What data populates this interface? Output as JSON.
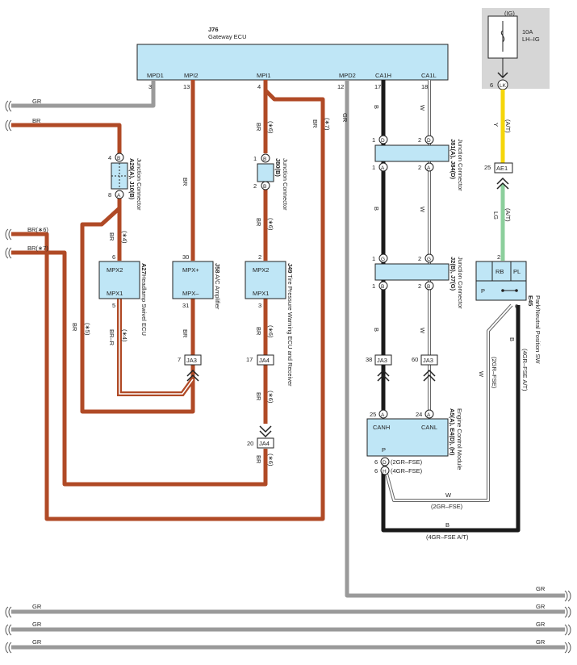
{
  "ecu": {
    "id": "J76",
    "name": "Gateway ECU",
    "pins": [
      "MPD1",
      "MPI2",
      "MPI1",
      "MPD2",
      "CA1H",
      "CA1L"
    ],
    "pin_numbers": [
      "3",
      "13",
      "4",
      "12",
      "17",
      "18"
    ]
  },
  "fuse": {
    "source": "(IG)",
    "rating": "10A",
    "name": "LH–IG",
    "terminal": "LK",
    "pin": "6"
  },
  "connectors": {
    "ae1": "AE1",
    "ae1_pin": "25",
    "ja3": "JA3",
    "ja4": "JA4",
    "ja3_pin_a": "7",
    "ja4_pin_a": "17",
    "ja4_pin_b": "20",
    "ja3_pin_b": "38",
    "ja3_pin_c": "60"
  },
  "components": {
    "a29": {
      "id": "A29(A), J10(B)",
      "name": "Junction Connector",
      "pin_top": "4",
      "tag_top": "B",
      "pin_bot": "8",
      "tag_bot": "A"
    },
    "j80": {
      "id": "J80(B)",
      "name": "Junction Connector",
      "pin_top": "1",
      "tag_top": "B",
      "pin_bot": "2",
      "tag_bot": "B"
    },
    "j81": {
      "id": "J81(A), J84(D)",
      "name": "Junction Connector",
      "p1": "1",
      "p2": "2",
      "p3": "1",
      "p4": "2",
      "t1": "D",
      "t2": "D",
      "t3": "A",
      "t4": "A"
    },
    "j2": {
      "id": "J2(B), J7(G)",
      "name": "Junction Connector",
      "p1": "1",
      "p2": "2",
      "p3": "1",
      "p4": "2",
      "t1": "G",
      "t2": "G",
      "t3": "B",
      "t4": "B"
    },
    "a27": {
      "id": "A27",
      "name": "Headlamp Swivel ECU",
      "top": "MPX2",
      "bot": "MPX1",
      "pin_top": "6",
      "pin_bot": "5"
    },
    "j58": {
      "id": "J58",
      "name": "A/C Amplifier",
      "top": "MPX+",
      "bot": "MPX–",
      "pin_top": "30",
      "pin_bot": "31"
    },
    "j49": {
      "id": "J49",
      "name": "Tire Pressure Warning ECU and Receiver",
      "top": "MPX2",
      "bot": "MPX1",
      "pin_top": "2",
      "pin_bot": "3"
    },
    "a5": {
      "id": "A5(A), E4(D), (H)",
      "name": "Engine Control Module",
      "canh": "CANH",
      "canl": "CANL",
      "p": "P",
      "pin_h": "25",
      "tag_h": "A",
      "pin_l": "24",
      "tag_l": "A",
      "pin_d": "6",
      "tag_d": "D",
      "note_d": "(2GR–FSE)",
      "pin_hh": "6",
      "tag_hh": "H",
      "note_hh": "(4GR–FSE)"
    },
    "e45": {
      "id": "E45",
      "name": "Park/Neutral Position SW",
      "rb": "RB",
      "pl": "PL",
      "p": "P",
      "pin_pl": "2",
      "pin_p": "6"
    }
  },
  "wires": {
    "gr": "GR",
    "br": "BR",
    "br6": "BR(∗6)",
    "br7": "BR(∗7)",
    "b": "B",
    "w": "W",
    "y": "Y",
    "lg": "LG",
    "brr": "BR–R",
    "n4": "(∗4)",
    "n5": "(∗5)",
    "n6": "(∗6)",
    "n7": "(∗7)",
    "at": "(A/T)",
    "gr2": "(2GR–FSE)",
    "gr4at": "(4GR–FSE A/T)",
    "w2gr": "W",
    "w2grn": "(2GR–FSE)",
    "b4": "B",
    "b4n": "(4GR–FSE A/T)"
  },
  "colors": {
    "br": "#b04a26",
    "gr": "#9a9a9a",
    "b": "#1a1a1a",
    "y": "#f5d60a",
    "lg": "#8ccf9c",
    "box": "#bfe6f6"
  }
}
